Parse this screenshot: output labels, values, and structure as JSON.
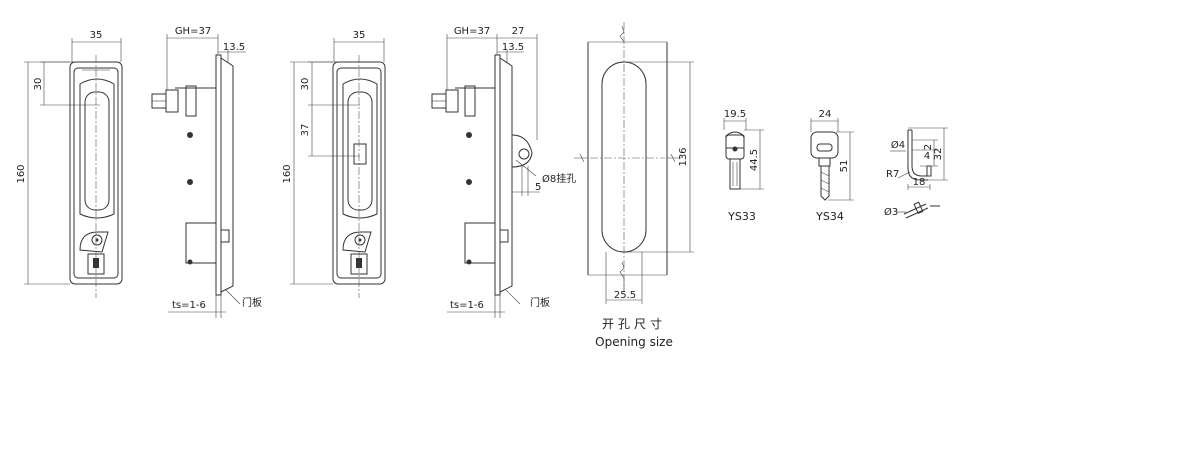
{
  "diagram": {
    "front_view_1": {
      "width": "35",
      "top_offset": "30",
      "height": "160"
    },
    "side_view_1": {
      "gh": "GH=37",
      "flange": "13.5",
      "thickness": "ts=1-6",
      "door_panel": "门板"
    },
    "front_view_2": {
      "width": "35",
      "top_offset": "30",
      "mid_offset": "37",
      "height": "160"
    },
    "side_view_2": {
      "gh": "GH=37",
      "depth": "27",
      "flange": "13.5",
      "hole_offset": "5",
      "hang_hole": "Ø8挂孔",
      "thickness": "ts=1-6",
      "door_panel": "门板"
    },
    "opening": {
      "height": "136",
      "width": "25.5",
      "caption_cn": "开孔尺寸",
      "caption_en": "Opening size"
    },
    "key_ys33": {
      "width": "19.5",
      "height": "44.5",
      "name": "YS33"
    },
    "key_ys34": {
      "width": "24",
      "height": "51",
      "name": "YS34"
    },
    "shackle": {
      "dia": "Ø4",
      "radius": "R7",
      "dim_2": "2",
      "dim_4": "4",
      "dim_32": "32",
      "dim_18": "18",
      "pin_dia": "Ø3"
    }
  },
  "colors": {
    "line": "#333333",
    "background": "#ffffff"
  }
}
